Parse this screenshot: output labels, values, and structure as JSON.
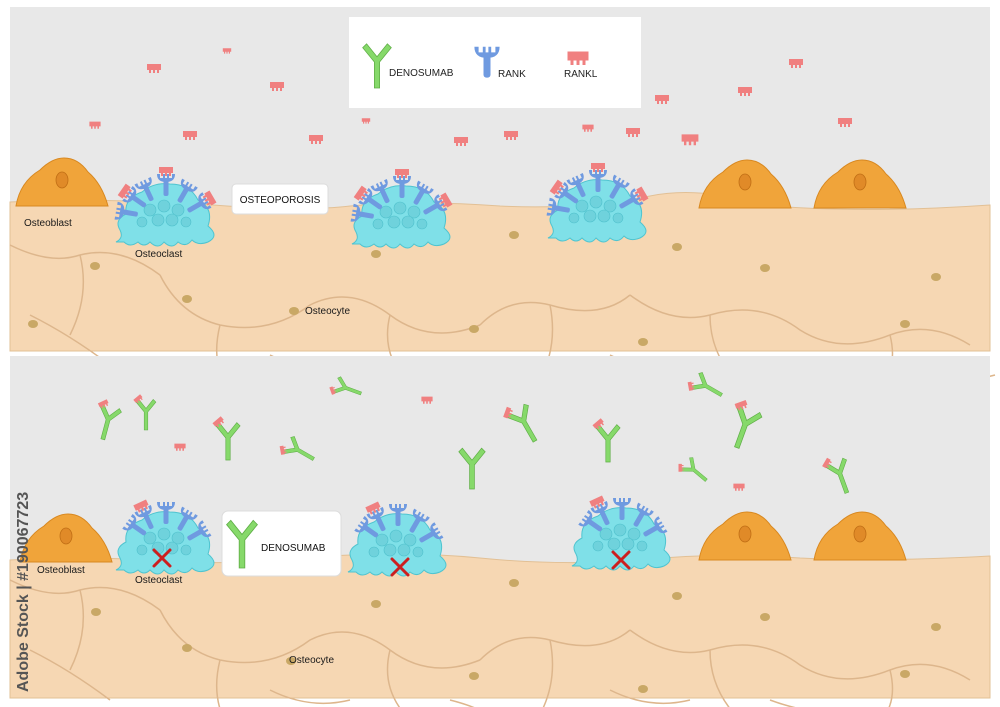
{
  "colors": {
    "background": "#e8e8e8",
    "bone": "#f6d7b3",
    "bone_line": "#ddb68c",
    "osteoblast": "#f0a43a",
    "osteoclast": "#7fe0e8",
    "rank": "#6f9ae0",
    "rankl": "#f08080",
    "denosumab": "#86d96a",
    "inhibit_mark": "#cc1f1f",
    "osteocyte": "#c9a866"
  },
  "legend": {
    "denosumab_label": "DENOSUMAB",
    "rank_label": "RANK",
    "rankl_label": "RANKL",
    "denosumab_icon": "antibody-y-icon",
    "rank_icon": "receptor-icon",
    "rankl_icon": "ligand-comb-icon"
  },
  "panel_top": {
    "title_box": "OSTEOPOROSIS",
    "osteoblast_label": "Osteoblast",
    "osteoclast_label": "Osteoclast",
    "osteocyte_label": "Osteocyte"
  },
  "panel_bottom": {
    "title_box": "DENOSUMAB",
    "osteoblast_label": "Osteoblast",
    "osteoclast_label": "Osteoclast",
    "osteocyte_label": "Osteocyte",
    "inhibition_icon": "red-x-icon"
  },
  "watermark": {
    "side_text": "Adobe Stock | #190067723"
  }
}
